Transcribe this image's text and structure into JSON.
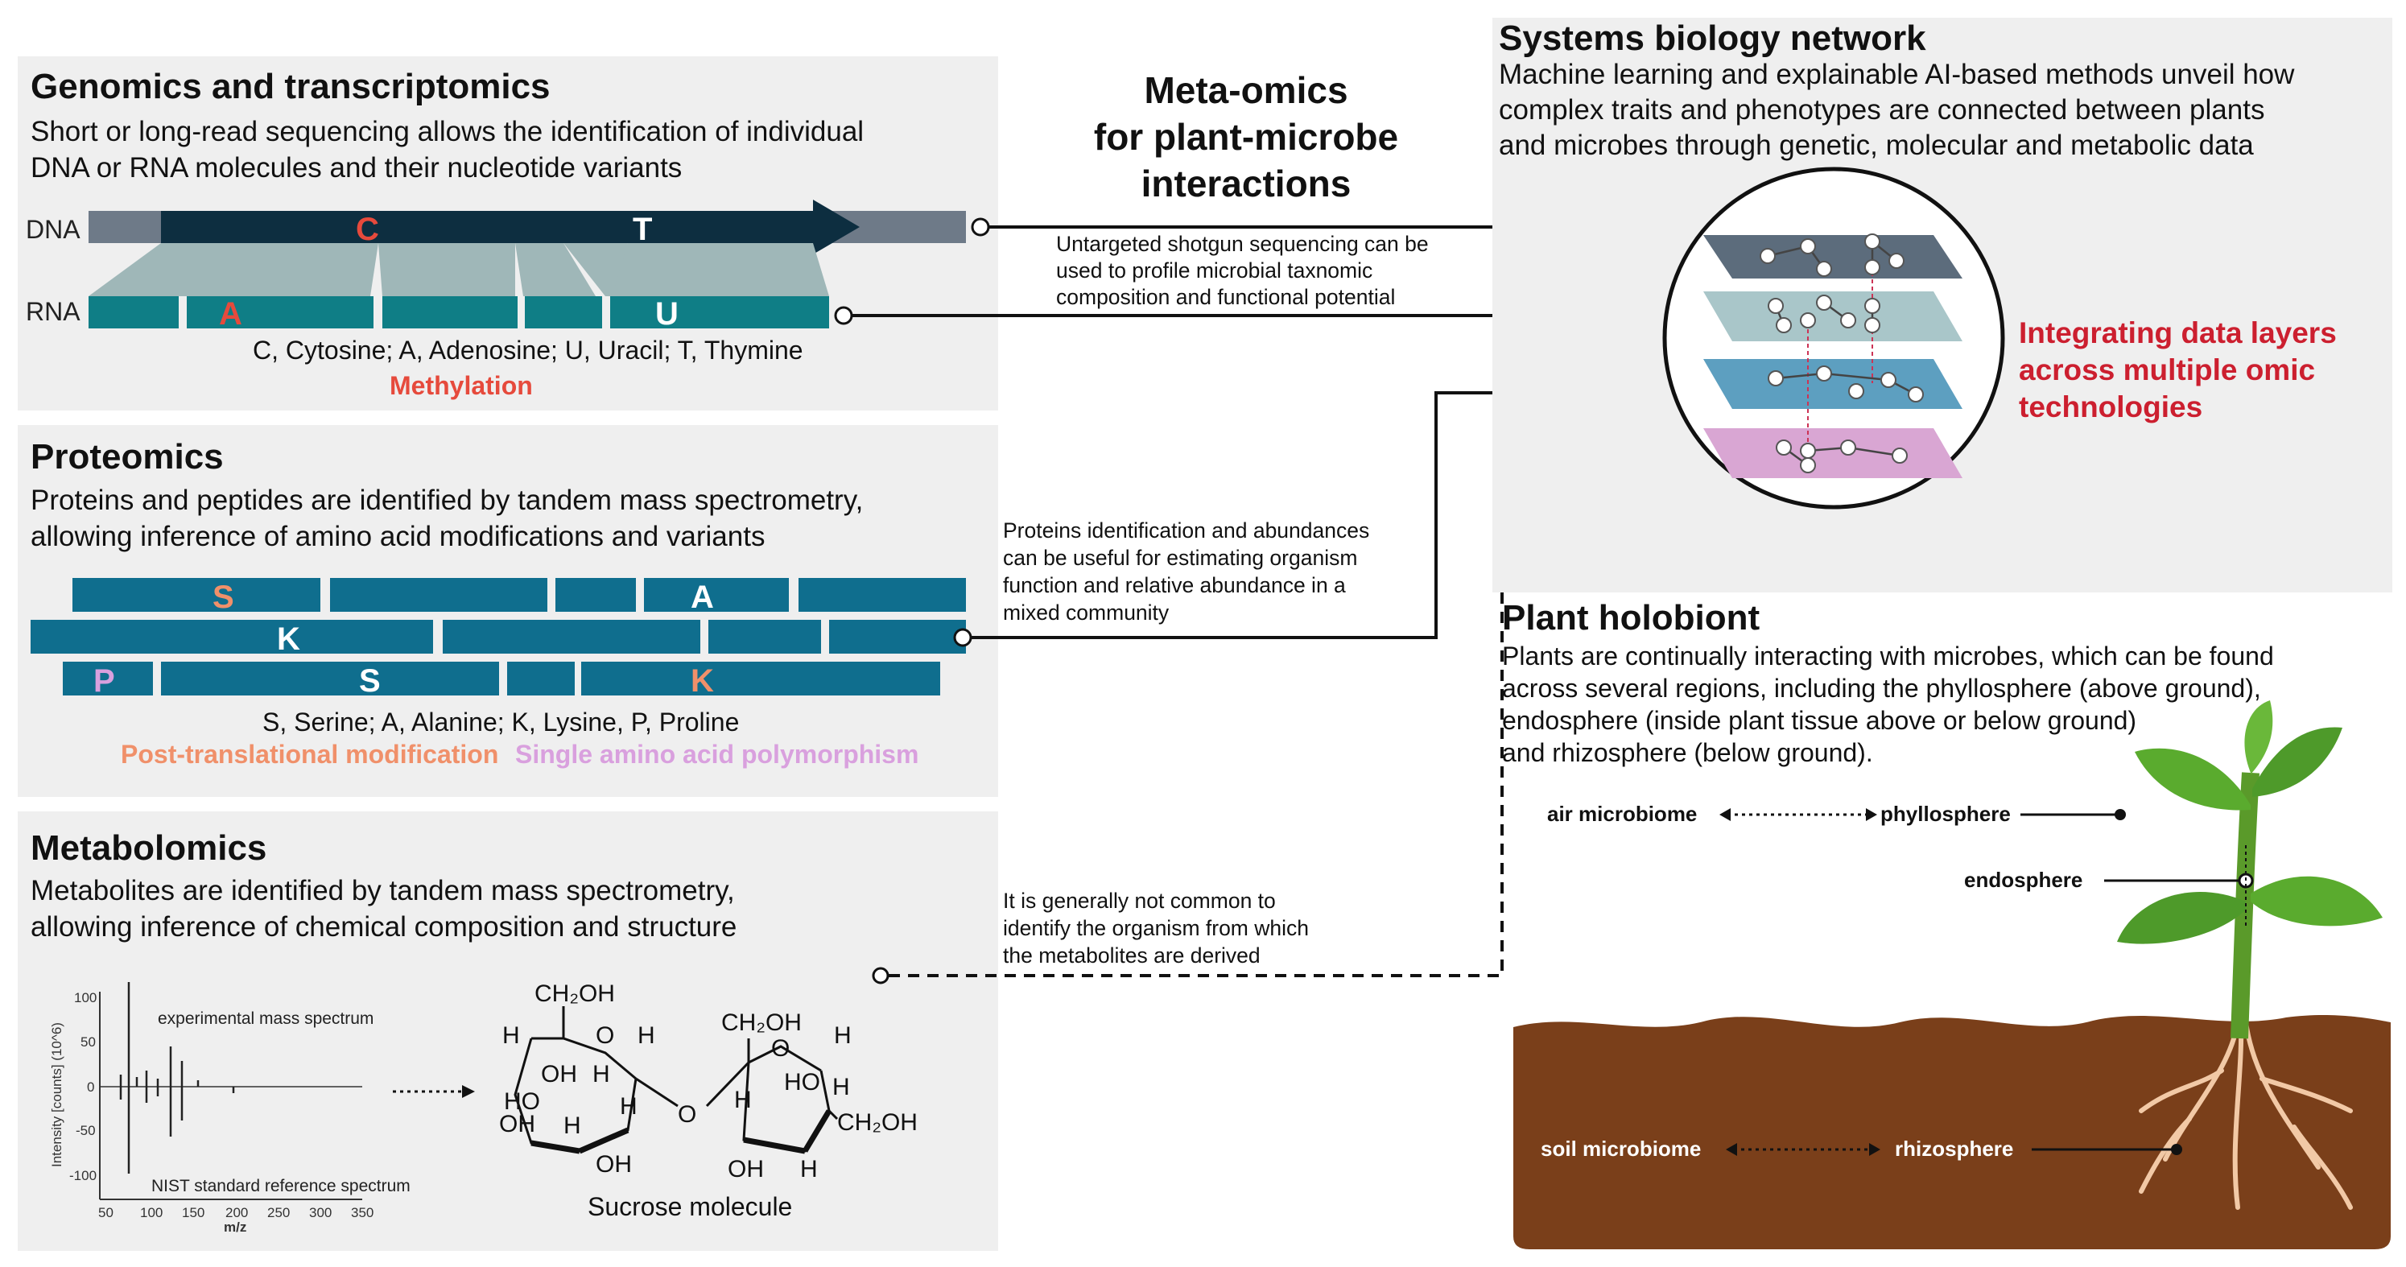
{
  "center": {
    "title_line1": "Meta-omics",
    "title_line2": "for plant-microbe",
    "title_line3": "interactions"
  },
  "genomics": {
    "title": "Genomics and transcriptomics",
    "desc_line1": "Short or long-read sequencing allows the identification of individual",
    "desc_line2": "DNA or RNA molecules and their nucleotide variants",
    "dna_label": "DNA",
    "rna_label": "RNA",
    "dna_letters": [
      "C",
      "T"
    ],
    "rna_letters": [
      "A",
      "U"
    ],
    "legend": "C, Cytosine; A, Adenosine; U, Uracil; T, Thymine",
    "methylation": "Methylation",
    "note_line1": "Untargeted shotgun sequencing can be",
    "note_line2": "used to profile microbial taxnomic",
    "note_line3": "composition and functional potential"
  },
  "proteomics": {
    "title": "Proteomics",
    "desc_line1": "Proteins and peptides are identified by tandem mass spectrometry,",
    "desc_line2": "allowing inference of amino acid modifications and variants",
    "letters": [
      "S",
      "A",
      "K",
      "P",
      "S",
      "K"
    ],
    "legend": "S, Serine; A, Alanine; K, Lysine, P, Proline",
    "ptm": "Post-translational modification",
    "saap": "Single amino acid polymorphism",
    "note_line1": "Proteins identification and abundances",
    "note_line2": "can be useful for estimating organism",
    "note_line3": "function and relative abundance in a",
    "note_line4": "mixed community"
  },
  "metabolomics": {
    "title": "Metabolomics",
    "desc_line1": "Metabolites are identified by tandem mass spectrometry,",
    "desc_line2": "allowing inference of chemical composition and structure",
    "y_axis": "Intensity [counts] (10^6)",
    "y_ticks": [
      "100",
      "50",
      "0",
      "-50",
      "-100"
    ],
    "x_ticks": [
      "50",
      "100",
      "150",
      "200",
      "250",
      "300",
      "350"
    ],
    "x_axis": "m/z",
    "exp_label": "experimental mass spectrum",
    "nist_label": "NIST standard reference spectrum",
    "molecule": "Sucrose molecule",
    "note_line1": "It is generally not common to",
    "note_line2": "identify the organism from which",
    "note_line3": "the metabolites are derived",
    "chem": {
      "ch2oh": "CH₂OH",
      "h": "H",
      "oh": "OH",
      "ho": "HO",
      "o": "O"
    }
  },
  "systems": {
    "title": "Systems biology network",
    "desc_line1": "Machine learning and explainable AI-based methods unveil how",
    "desc_line2": "complex traits and phenotypes are connected between plants",
    "desc_line3": "and microbes through genetic, molecular and metabolic data",
    "integrate_line1": "Integrating data layers",
    "integrate_line2": "across multiple omic",
    "integrate_line3": "technologies",
    "layer_colors": [
      "#5c6c7c",
      "#a9c6c9",
      "#5d9fc0",
      "#d9a6d3"
    ]
  },
  "holobiont": {
    "title": "Plant holobiont",
    "desc_line1": "Plants are continually interacting with microbes, which can be found",
    "desc_line2": "across several regions, including the phyllosphere (above ground),",
    "desc_line3": "endosphere (inside plant tissue above or below ground)",
    "desc_line4": "and rhizosphere (below ground).",
    "air": "air microbiome",
    "phyllosphere": "phyllosphere",
    "endosphere": "endosphere",
    "soil": "soil microbiome",
    "rhizosphere": "rhizosphere"
  },
  "colors": {
    "dna_teal": "#0f7e86",
    "dna_dark": "#0d2e40",
    "highlight_red": "#e64a3c",
    "ptm_orange": "#f0906a",
    "saap_pink": "#d9a0de",
    "integrate_red": "#cc1f2f",
    "soil_brown": "#7a3f1a",
    "leaf_green": "#5a9a2a"
  }
}
